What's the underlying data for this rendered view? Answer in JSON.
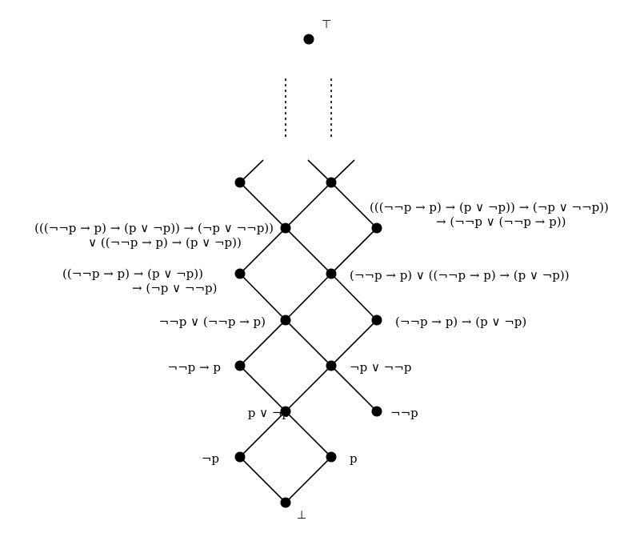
{
  "diagram": {
    "top_symbol": "⊤",
    "bottom_symbol": "⊥",
    "nodes": [
      {
        "id": "top",
        "label": ""
      },
      {
        "id": "L1",
        "label": ""
      },
      {
        "id": "R1",
        "label": ""
      },
      {
        "id": "L2",
        "label": ""
      },
      {
        "id": "R2",
        "label": ""
      },
      {
        "id": "L3",
        "label": ""
      },
      {
        "id": "R3",
        "label": ""
      },
      {
        "id": "L4",
        "label": ""
      },
      {
        "id": "R4",
        "label": ""
      },
      {
        "id": "L5",
        "label": ""
      },
      {
        "id": "R5",
        "label": ""
      },
      {
        "id": "L6",
        "label": ""
      },
      {
        "id": "R6",
        "label": ""
      },
      {
        "id": "L7",
        "label": ""
      },
      {
        "id": "R7",
        "label": ""
      },
      {
        "id": "bottom",
        "label": ""
      }
    ],
    "labels": {
      "l_upper_left_1": "(((¬¬p → p) → (p ∨ ¬p)) → (¬p ∨ ¬¬p))",
      "l_upper_left_2": "∨ ((¬¬p → p) → (p ∨ ¬p))",
      "l_upper_right_1": "(((¬¬p → p) → (p ∨ ¬p)) → (¬p ∨ ¬¬p))",
      "l_upper_right_2": "→ (¬¬p ∨ (¬¬p → p))",
      "l_mid_left_1": "((¬¬p → p) → (p ∨ ¬p))",
      "l_mid_left_2": "→ (¬p ∨ ¬¬p)",
      "l_mid_right": "(¬¬p → p) ∨ ((¬¬p → p) → (p ∨ ¬p))",
      "l_4_left": "¬¬p ∨ (¬¬p → p)",
      "l_4_right": "(¬¬p → p) → (p ∨ ¬p)",
      "l_5_left": "¬¬p → p",
      "l_5_right": "¬p ∨ ¬¬p",
      "l_6_left": "p ∨ ¬p",
      "l_6_right": "¬¬p",
      "l_7_left": "¬p",
      "l_7_right": "p"
    }
  }
}
